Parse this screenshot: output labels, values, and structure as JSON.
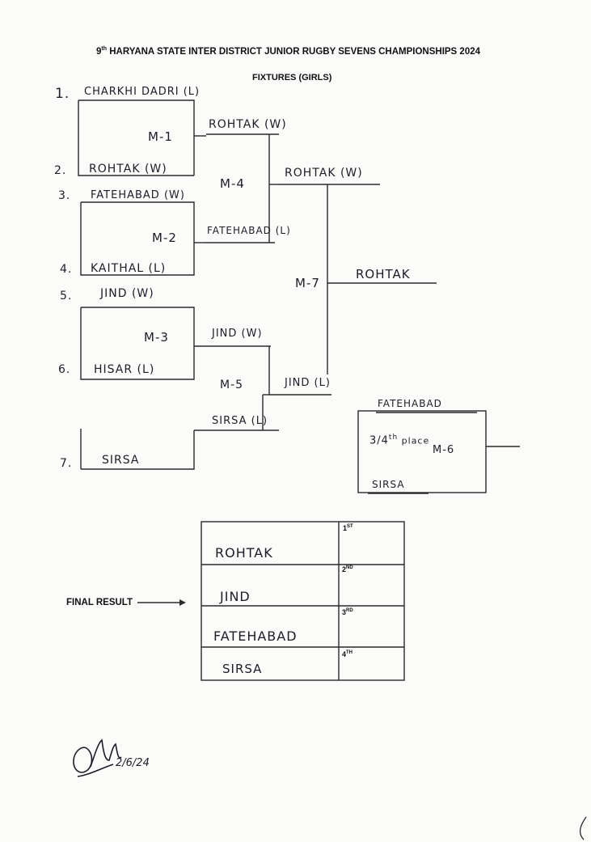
{
  "header": {
    "title_prefix": "9",
    "title_sup": "th",
    "title_rest": " HARYANA STATE INTER DISTRICT JUNIOR RUGBY SEVENS CHAMPIONSHIPS 2024",
    "subtitle": "FIXTURES (GIRLS)"
  },
  "teams": [
    {
      "num": "1.",
      "name": "CHARKHI DADRI (L)"
    },
    {
      "num": "2.",
      "name": "ROHTAK (W)"
    },
    {
      "num": "3.",
      "name": "FATEHABAD (W)"
    },
    {
      "num": "4.",
      "name": "KAITHAL (L)"
    },
    {
      "num": "5.",
      "name": "JIND (W)"
    },
    {
      "num": "6.",
      "name": "HISAR (L)"
    },
    {
      "num": "7.",
      "name": "SIRSA"
    }
  ],
  "matches": {
    "m1": "M-1",
    "m2": "M-2",
    "m3": "M-3",
    "m4": "M-4",
    "m5": "M-5",
    "m6": "M-6",
    "m7": "M-7"
  },
  "advancers": {
    "m1_winner": "ROHTAK (W)",
    "m2_result": "FATEHABAD (L)",
    "m3_winner": "JIND (W)",
    "m4_winner": "ROHTAK (W)",
    "m5_top": "JIND (L)",
    "m5_bottom": "SIRSA (L)",
    "champion": "ROHTAK"
  },
  "third_place": {
    "top_team": "FATEHABAD",
    "label": "3/4",
    "label_sup": "th",
    "label_rest": " place",
    "bottom_team": "SIRSA"
  },
  "final_result": {
    "label": "FINAL RESULT",
    "rows": [
      {
        "team": "ROHTAK",
        "pos": "1",
        "pos_sup": "ST"
      },
      {
        "team": "JIND",
        "pos": "2",
        "pos_sup": "ND"
      },
      {
        "team": "FATEHABAD",
        "pos": "3",
        "pos_sup": "RD"
      },
      {
        "team": "SIRSA",
        "pos": "4",
        "pos_sup": "TH"
      }
    ]
  },
  "signature": {
    "date": "2/6/24"
  },
  "colors": {
    "paper": "#fbfbfa",
    "ink": "#1d1d2a",
    "print": "#111111"
  }
}
